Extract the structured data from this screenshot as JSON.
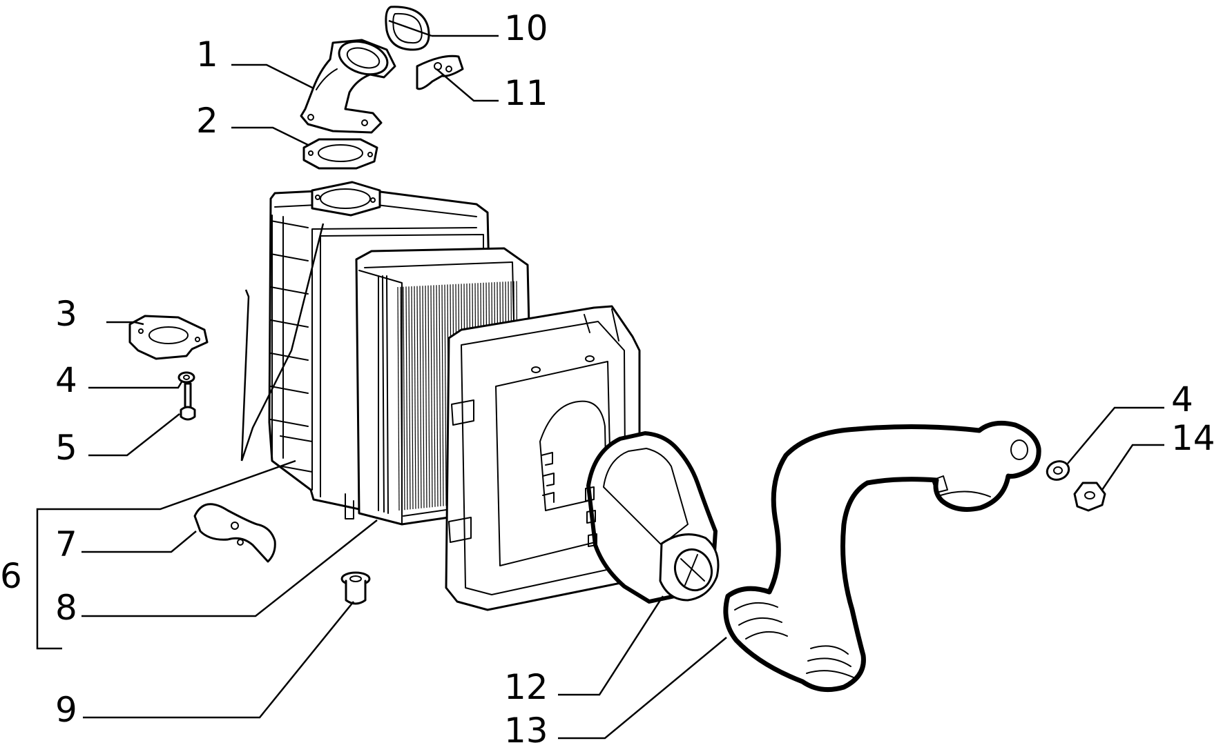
{
  "callouts": [
    {
      "id": "1",
      "text": "1"
    },
    {
      "id": "2",
      "text": "2"
    },
    {
      "id": "3",
      "text": "3"
    },
    {
      "id": "4a",
      "text": "4"
    },
    {
      "id": "5",
      "text": "5"
    },
    {
      "id": "6",
      "text": "6"
    },
    {
      "id": "7",
      "text": "7"
    },
    {
      "id": "8",
      "text": "8"
    },
    {
      "id": "9",
      "text": "9"
    },
    {
      "id": "10",
      "text": "10"
    },
    {
      "id": "11",
      "text": "11"
    },
    {
      "id": "12",
      "text": "12"
    },
    {
      "id": "13",
      "text": "13"
    },
    {
      "id": "4b",
      "text": "4"
    },
    {
      "id": "14",
      "text": "14"
    }
  ]
}
